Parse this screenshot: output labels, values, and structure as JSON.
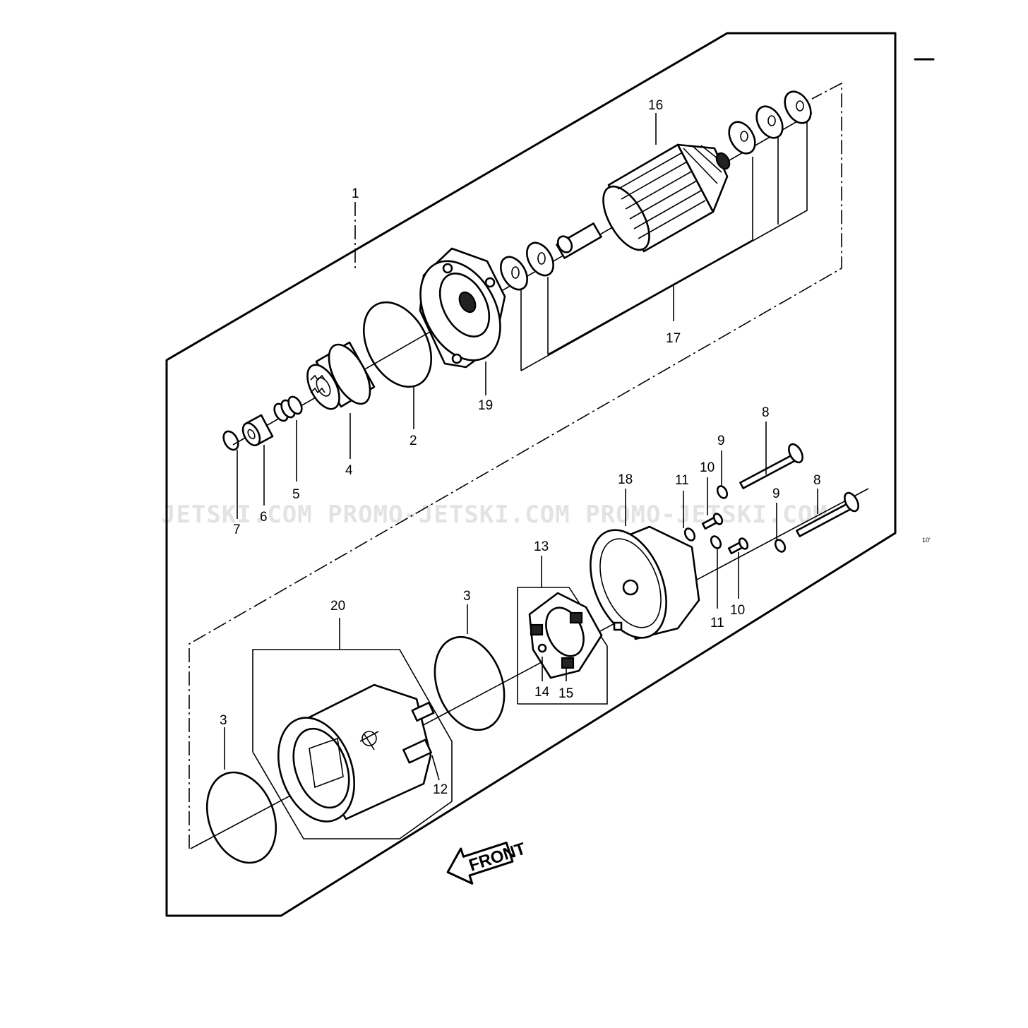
{
  "callouts": {
    "c1": "1",
    "c2": "2",
    "c3a": "3",
    "c3b": "3",
    "c4": "4",
    "c5": "5",
    "c6": "6",
    "c7": "7",
    "c8a": "8",
    "c8b": "8",
    "c9a": "9",
    "c9b": "9",
    "c10a": "10",
    "c10b": "10",
    "c11a": "11",
    "c11b": "11",
    "c12": "12",
    "c13": "13",
    "c14": "14",
    "c15": "15",
    "c16": "16",
    "c17": "17",
    "c18": "18",
    "c19": "19",
    "c20": "20"
  },
  "watermark": "JETSKI.COM  PROMO-JETSKI.COM  PROMO-JETSKI.COM",
  "front_arrow": "FRONT",
  "margin_mark": "10'"
}
